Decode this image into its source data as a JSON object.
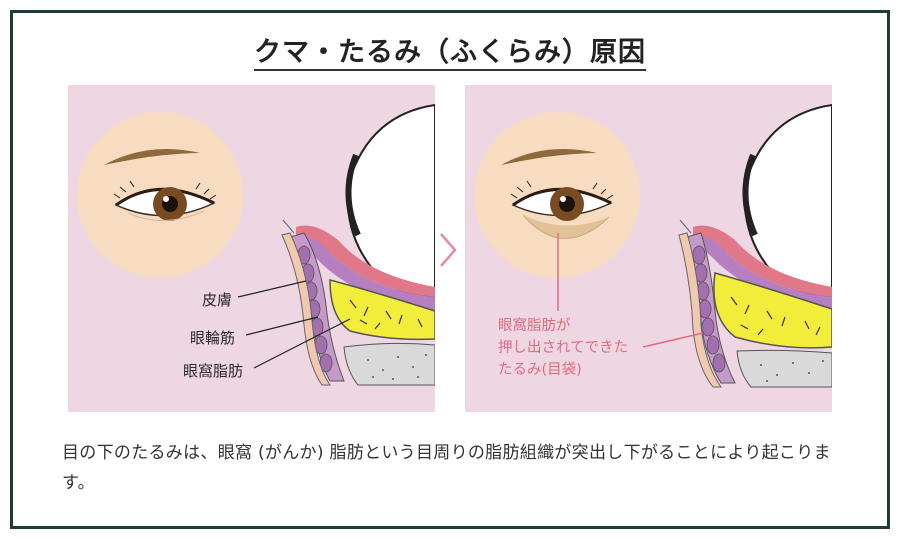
{
  "title": "クマ・たるみ（ふくらみ）原因",
  "left_panel": {
    "labels": {
      "skin": "皮膚",
      "orbicularis": "眼輪筋",
      "orbital_fat": "眼窩脂肪"
    }
  },
  "right_panel": {
    "callout_lines": [
      "眼窩脂肪が",
      "押し出されてできた",
      "たるみ(目袋)"
    ]
  },
  "description": "目の下のたるみは、眼窩 (がんか) 脂肪という目周りの脂肪組織が突出し下がることにより起こります。",
  "colors": {
    "frame": "#1e3b36",
    "panel_bg": "#eed6e3",
    "face_circle": "#f7dcc2",
    "fat_yellow": "#f2ec3a",
    "muscle_purple": "#c59acb",
    "callout_pink": "#e06c7f"
  }
}
